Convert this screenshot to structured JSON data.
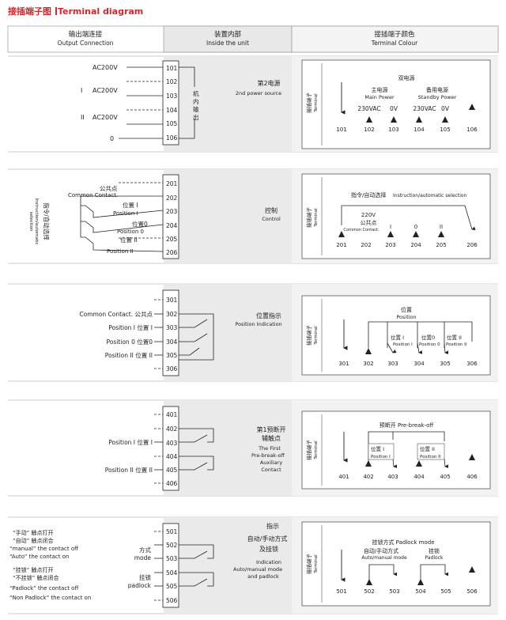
{
  "title": {
    "zh": "接插端子图",
    "en": "Terminal diagram"
  },
  "header": {
    "col1_zh": "输出端连接",
    "col1_en": "Output Connection",
    "col2_zh": "装置内部",
    "col2_en": "Inside  the  unit",
    "col3_zh": "接插端子颜色",
    "col3_en": "Terminal Colour"
  },
  "terminal_tag": {
    "zh": "接插端子",
    "en": "Terminal"
  },
  "section1": {
    "pins": [
      "101",
      "102",
      "103",
      "104",
      "105",
      "106"
    ],
    "labels": {
      "ac1": "AC200V",
      "roman1": "I",
      "ac2": "AC200V",
      "roman2": "II",
      "ac3": "AC200V",
      "zero": "0"
    },
    "inside": [
      "机",
      "内",
      "输",
      "出"
    ],
    "func_zh": "第2电源",
    "func_en": "2nd power source",
    "colour": {
      "top_zh": "双电源",
      "main_zh": "主电源",
      "main_en": "Main Power",
      "standby_zh": "备用电源",
      "standby_en": "Standby Power",
      "v1": "230VAC",
      "v2": "0V",
      "v3": "230VAC",
      "v4": "0V"
    }
  },
  "section2": {
    "pins": [
      "201",
      "202",
      "203",
      "204",
      "205",
      "206"
    ],
    "labels": {
      "common_zh": "公共点",
      "common_en": "Common  Contact.",
      "pos1_zh": "位置 I",
      "pos1_en": "Position  I",
      "pos0_zh": "位置0",
      "pos0_en": "Position 0",
      "pos2_zh": "位置 II",
      "pos2_en": "Position  II"
    },
    "side_zh": "指令/自动选择",
    "side_en1": "Instruction/automatic",
    "side_en2": "selection",
    "func_zh": "控制",
    "func_en": "Control",
    "colour": {
      "top_zh": "指令/自动选择",
      "top_en": "Instruction/automatic  selection",
      "v220": "220V",
      "common_zh": "公共点",
      "common_en": "Common  Contact.",
      "roman1": "I",
      "zero": "0",
      "roman2": "II"
    }
  },
  "section3": {
    "pins": [
      "301",
      "302",
      "303",
      "304",
      "305",
      "306"
    ],
    "labels": {
      "common": "Common  Contact. 公共点",
      "pos1": "Position  I  位置 I",
      "pos0": "Position 0  位置0",
      "pos2": "Position  II  位置 II"
    },
    "func_zh": "位置指示",
    "func_en": "Position Indication",
    "colour": {
      "top_zh": "位置",
      "top_en": "Position",
      "p1_zh": "位置 I",
      "p1_en": "Position I",
      "p0_zh": "位置0",
      "p0_en": "Position 0",
      "p2_zh": "位置 II",
      "p2_en": "Position II"
    }
  },
  "section4": {
    "pins": [
      "401",
      "402",
      "403",
      "404",
      "405",
      "406"
    ],
    "labels": {
      "pos1": "Position  I  位置 I",
      "pos2": "Position  II  位置 II"
    },
    "func": [
      "第1预断开",
      "辅触点",
      "The  First",
      "Pre-break-off",
      "Auxiliary",
      "Contact"
    ],
    "colour": {
      "top": "预断开  Pre-break-off",
      "p1_zh": "位置 I",
      "p1_en": "Position I",
      "p2_zh": "位置 II",
      "p2_en": "Position II"
    }
  },
  "section5": {
    "pins": [
      "501",
      "502",
      "503",
      "504",
      "505",
      "506"
    ],
    "left": [
      "“手动” 触点打开",
      "“自动” 触点闭合",
      "“manual” the contact off",
      "“Auto” the contact on",
      "“挂锁” 触点打开",
      "“不挂锁” 触点闭合",
      "“Padlock” the contact off",
      "“Non Padlock” the contact on"
    ],
    "mode_zh": "方式",
    "mode_en": "mode",
    "lock_zh": "挂锁",
    "lock_en": "padlock",
    "func": [
      "指示",
      "自动/手动方式",
      "及挂锁",
      "Indication",
      "Auto/manual mode",
      "and  padlock"
    ],
    "colour": {
      "top": "挂锁方式   Padlock  mode",
      "auto_zh": "自动/手动方式",
      "auto_en": "Auto/manual  mode",
      "lock_zh": "挂锁",
      "lock_en": "Padlock"
    }
  }
}
